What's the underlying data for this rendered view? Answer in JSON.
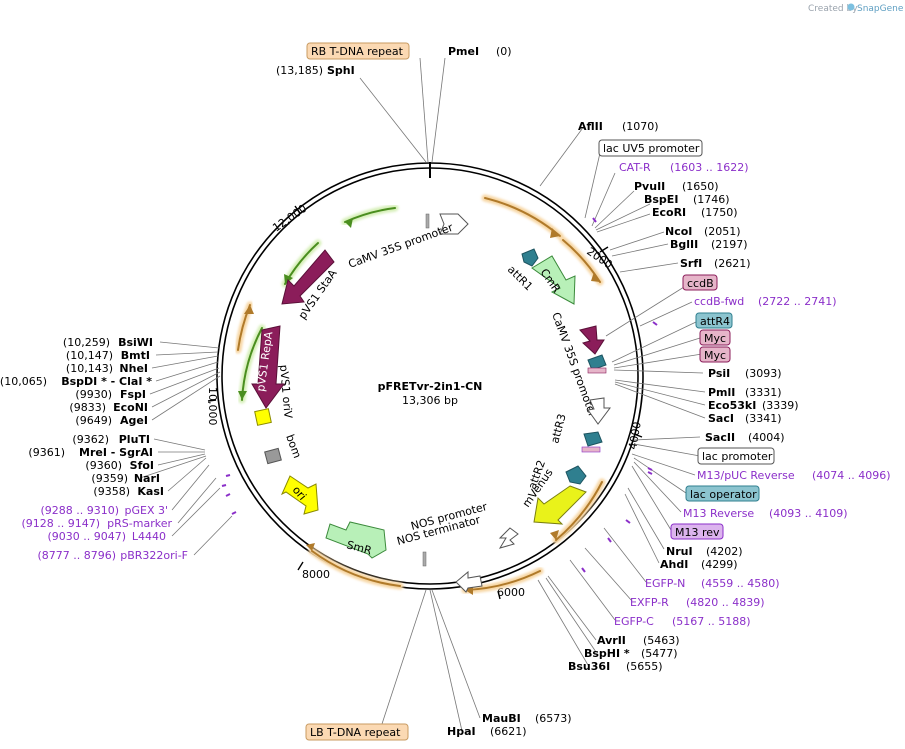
{
  "watermark": {
    "prefix": "Created by",
    "brand": "SnapGene"
  },
  "plasmid": {
    "name": "pFRETvr-2in1-CN",
    "size": "13,306 bp"
  },
  "colors": {
    "primer": "#8b2fc9",
    "tdna_label_bg": "#fbd9b3",
    "promoter_label_border": "#555555",
    "teal_label_bg": "#8cc4cf",
    "pink_label_bg": "#e6b5c9",
    "green_feature": "#5aa12b",
    "orange_feature": "#e8a13b",
    "maroon_feature": "#8b1d5a",
    "yellow_feature": "#e9f21a",
    "mint_feature": "#b8f0b8",
    "teal_feature": "#2f7f8f"
  },
  "tick_labels": [
    "2000",
    "4000",
    "6000",
    "8000",
    "10,000",
    "12,000"
  ],
  "map_features": {
    "camv_top": "CaMV 35S promoter",
    "attr1": "attR1",
    "cmr": "CmR",
    "camv_right": "CaMV 35S promoter",
    "attr3": "attR3",
    "attr2": "attR2",
    "mvenus": "mVenus",
    "nos_promoter": "NOS promoter",
    "nos_terminator": "NOS terminator",
    "smr": "SmR",
    "ori": "ori",
    "bom": "bom",
    "pvs1_oriv": "pVS1 oriV",
    "pvs1_repa": "pVS1 RepA",
    "pvs1_staa": "pVS1 StaA"
  },
  "labels": {
    "rb": "RB T-DNA repeat",
    "lb": "LB T-DNA repeat",
    "pmei": {
      "name": "PmeI",
      "pos": "(0)"
    },
    "sphi": {
      "name": "SphI",
      "pos": "(13,185)"
    },
    "aflii": {
      "name": "AflII",
      "pos": "(1070)"
    },
    "lacuv5": "lac UV5 promoter",
    "catr": {
      "name": "CAT-R",
      "pos": "(1603 .. 1622)"
    },
    "pvuii": {
      "name": "PvuII",
      "pos": "(1650)"
    },
    "bspei": {
      "name": "BspEI",
      "pos": "(1746)"
    },
    "ecori": {
      "name": "EcoRI",
      "pos": "(1750)"
    },
    "ncoi": {
      "name": "NcoI",
      "pos": "(2051)"
    },
    "bglii": {
      "name": "BglII",
      "pos": "(2197)"
    },
    "srfi": {
      "name": "SrfI",
      "pos": "(2621)"
    },
    "ccdb": "ccdB",
    "ccdbfwd": {
      "name": "ccdB-fwd",
      "pos": "(2722 .. 2741)"
    },
    "attr4": "attR4",
    "myc1": "Myc",
    "myc2": "Myc",
    "psii": {
      "name": "PsiI",
      "pos": "(3093)"
    },
    "pmli": {
      "name": "PmlI",
      "pos": "(3331)"
    },
    "eco53ki": {
      "name": "Eco53kI",
      "pos": "(3339)"
    },
    "saci": {
      "name": "SacI",
      "pos": "(3341)"
    },
    "sacii": {
      "name": "SacII",
      "pos": "(4004)"
    },
    "lacprom": "lac promoter",
    "m13puc": {
      "name": "M13/pUC Reverse",
      "pos": "(4074 .. 4096)"
    },
    "lacop": "lac operator",
    "m13rev_primer": {
      "name": "M13 Reverse",
      "pos": "(4093 .. 4109)"
    },
    "m13rev": "M13 rev",
    "nrui": {
      "name": "NruI",
      "pos": "(4202)"
    },
    "ahdi": {
      "name": "AhdI",
      "pos": "(4299)"
    },
    "egfpn": {
      "name": "EGFP-N",
      "pos": "(4559 .. 4580)"
    },
    "exfpr": {
      "name": "EXFP-R",
      "pos": "(4820 .. 4839)"
    },
    "egfpc": {
      "name": "EGFP-C",
      "pos": "(5167 .. 5188)"
    },
    "avrii": {
      "name": "AvrII",
      "pos": "(5463)"
    },
    "bsphi": {
      "name": "BspHI *",
      "pos": "(5477)"
    },
    "bsu36i": {
      "name": "Bsu36I",
      "pos": "(5655)"
    },
    "maubi": {
      "name": "MauBI",
      "pos": "(6573)"
    },
    "hpai": {
      "name": "HpaI",
      "pos": "(6621)"
    },
    "bsiwi": {
      "name": "BsiWI",
      "pos": "(10,259)"
    },
    "bmti": {
      "name": "BmtI",
      "pos": "(10,147)"
    },
    "nhei": {
      "name": "NheI",
      "pos": "(10,143)"
    },
    "bspdi": {
      "name": "BspDI * - ClaI *",
      "pos": "(10,065)"
    },
    "fspi": {
      "name": "FspI",
      "pos": "(9930)"
    },
    "econi": {
      "name": "EcoNI",
      "pos": "(9833)"
    },
    "agei": {
      "name": "AgeI",
      "pos": "(9649)"
    },
    "pluti": {
      "name": "PluTI",
      "pos": "(9362)"
    },
    "mrei": {
      "name": "MreI - SgrAI",
      "pos": "(9361)"
    },
    "sfoi": {
      "name": "SfoI",
      "pos": "(9360)"
    },
    "nari": {
      "name": "NarI",
      "pos": "(9359)"
    },
    "kasi": {
      "name": "KasI",
      "pos": "(9358)"
    },
    "pgex3": {
      "name": "pGEX 3'",
      "pos": "(9288 .. 9310)"
    },
    "prsmarker": {
      "name": "pRS-marker",
      "pos": "(9128 .. 9147)"
    },
    "l4440": {
      "name": "L4440",
      "pos": "(9030 .. 9047)"
    },
    "pbr322": {
      "name": "pBR322ori-F",
      "pos": "(8777 .. 8796)"
    }
  }
}
